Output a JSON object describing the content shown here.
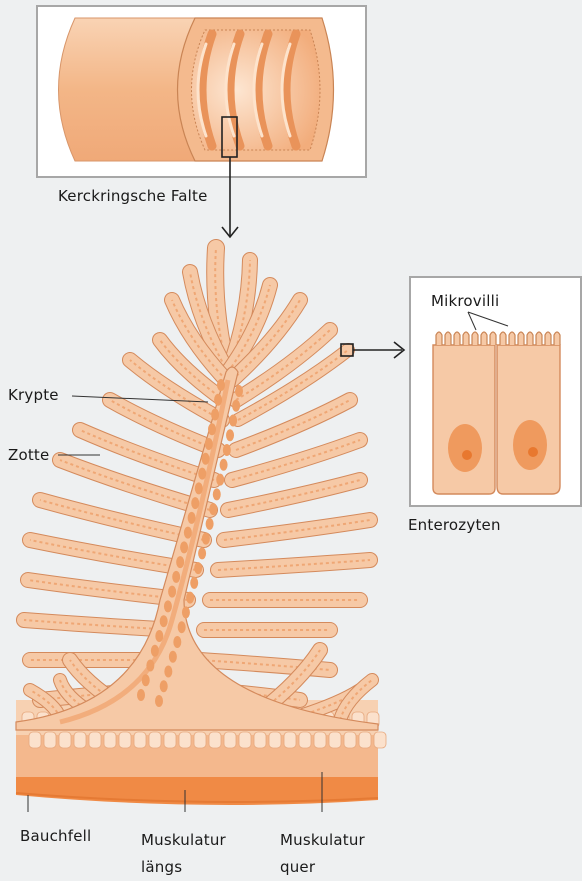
{
  "labels": {
    "kerckring": "Kerckringsche Falte",
    "mikrovilli": "Mikrovilli",
    "krypte": "Krypte",
    "zotte": "Zotte",
    "enterozyten": "Enterozyten",
    "bauchfell": "Bauchfell",
    "muskulatur_laengs": "Muskulatur\nlängs",
    "muskulatur_quer": "Muskulatur\nquer"
  },
  "colors": {
    "background": "#eef0f1",
    "tissue_light": "#f6c9a6",
    "tissue_mid": "#f2b58a",
    "tissue_dark": "#ee9f66",
    "muscle": "#f08a45",
    "outline": "#d48a5c",
    "nucleus": "#e99357",
    "nucleus_core": "#e8782f",
    "frame": "#a7a7a7"
  }
}
